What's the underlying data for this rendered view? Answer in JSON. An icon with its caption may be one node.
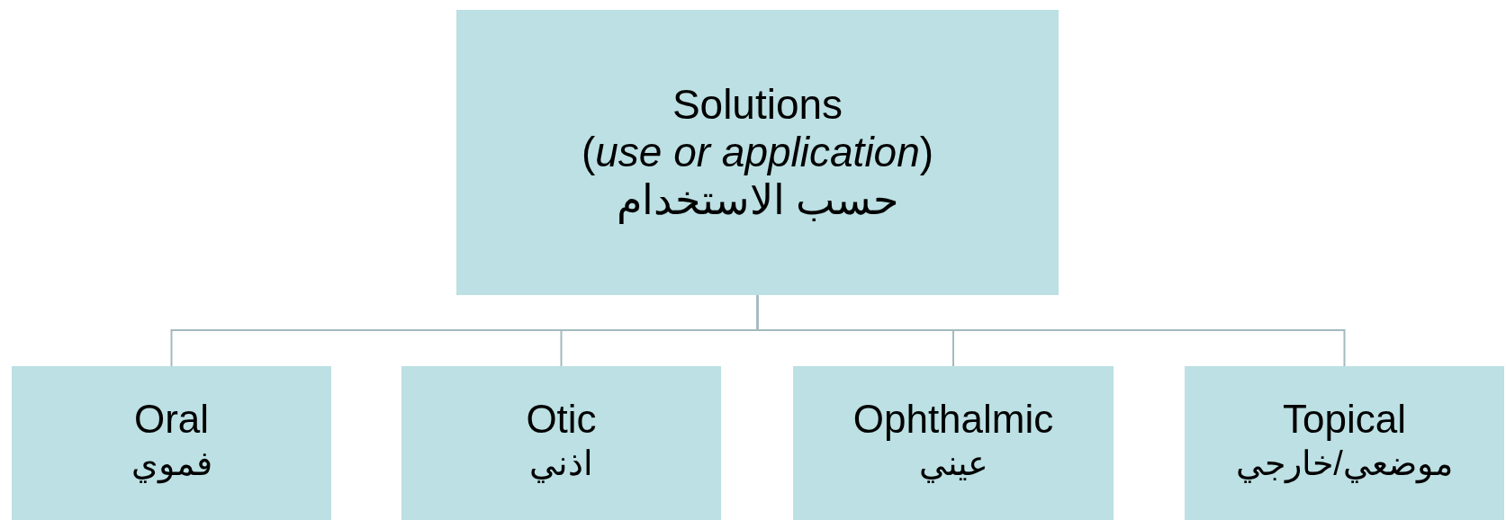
{
  "diagram": {
    "nodes": [
      {
        "text": [
          "Solutions",
          "(*use or application*)",
          "حسب الاستخدام"
        ]
      },
      {
        "text": [
          "Oral",
          "فموي"
        ]
      },
      {
        "text": [
          "Otic",
          "اذني"
        ]
      },
      {
        "text": [
          "Ophthalmic",
          "عيني"
        ]
      },
      {
        "text": [
          "Topical",
          "موضعي/خارجي"
        ]
      }
    ],
    "edges": [
      {
        "from": 0,
        "to": 1,
        "arrow": "none"
      },
      {
        "from": 0,
        "to": 2,
        "arrow": "none"
      },
      {
        "from": 0,
        "to": 3,
        "arrow": "none"
      },
      {
        "from": 0,
        "to": 4,
        "arrow": "none"
      }
    ]
  }
}
